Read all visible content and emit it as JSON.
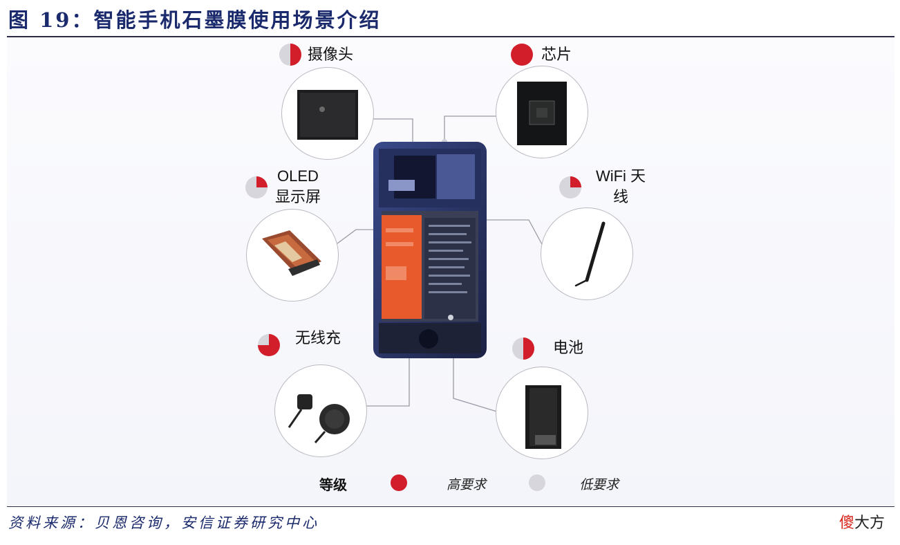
{
  "figure_title": "图 19：智能手机石墨膜使用场景介绍",
  "source": "资料来源：贝恩咨询，安信证券研究中心",
  "watermark": {
    "part1": "傻",
    "part2": "大方"
  },
  "colors": {
    "high": "#d21e2b",
    "low": "#d6d6dc",
    "title": "#1a2a6c"
  },
  "components": [
    {
      "id": "camera",
      "label": "摄像头",
      "level": 0.5
    },
    {
      "id": "chip",
      "label": "芯片",
      "level": 1.0
    },
    {
      "id": "oled",
      "label_line1": "OLED",
      "label_line2": "显示屏",
      "level": 0.25
    },
    {
      "id": "wifi",
      "label_line1": "WiFi 天",
      "label_line2": "线",
      "level": 0.25
    },
    {
      "id": "wireless",
      "label": "无线充",
      "level": 0.75
    },
    {
      "id": "battery",
      "label": "电池",
      "level": 0.5
    }
  ],
  "legend": {
    "title": "等级",
    "high": "高要求",
    "low": "低要求"
  }
}
